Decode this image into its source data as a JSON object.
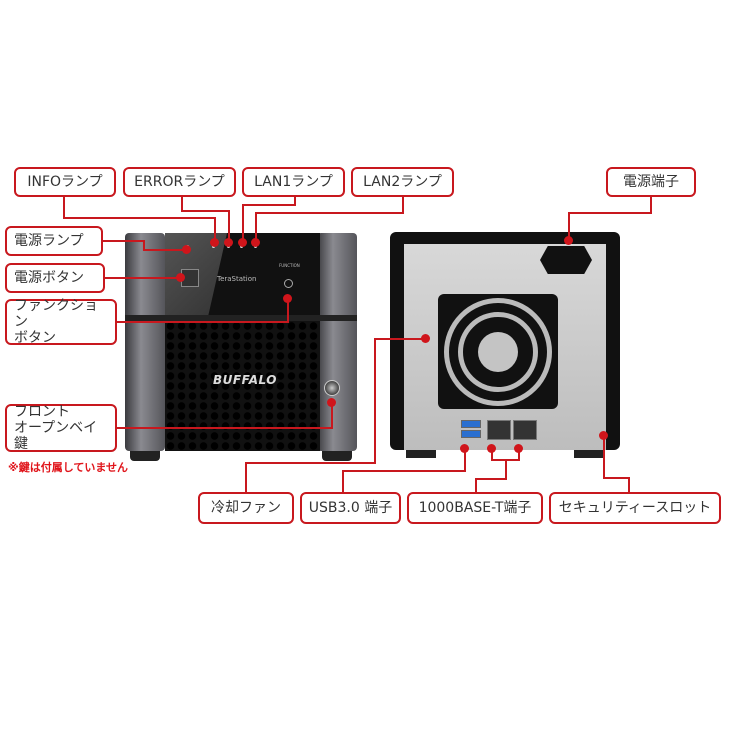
{
  "diagram": {
    "subject": "TeraStation NAS front and rear component callouts",
    "front_labels": {
      "info_lamp": "INFOランプ",
      "error_lamp": "ERRORランプ",
      "lan1_lamp": "LAN1ランプ",
      "lan2_lamp": "LAN2ランプ",
      "power_lamp": "電源ランプ",
      "power_button": "電源ボタン",
      "function_button": "ファンクション\nボタン",
      "front_open_key_line1": "フロント",
      "front_open_key_line2": "オープンベイ鍵"
    },
    "note": "※鍵は付属していません",
    "rear_labels": {
      "power_connector": "電源端子",
      "cooling_fan": "冷却ファン",
      "usb30_port": "USB3.0 端子",
      "lan_port": "1000BASE-T端子",
      "security_slot": "セキュリティースロット"
    },
    "device_text": {
      "model": "TeraStation",
      "brand": "BUFFALO",
      "function_caption": "FUNCTION"
    },
    "accent_color": "#c8181e"
  }
}
